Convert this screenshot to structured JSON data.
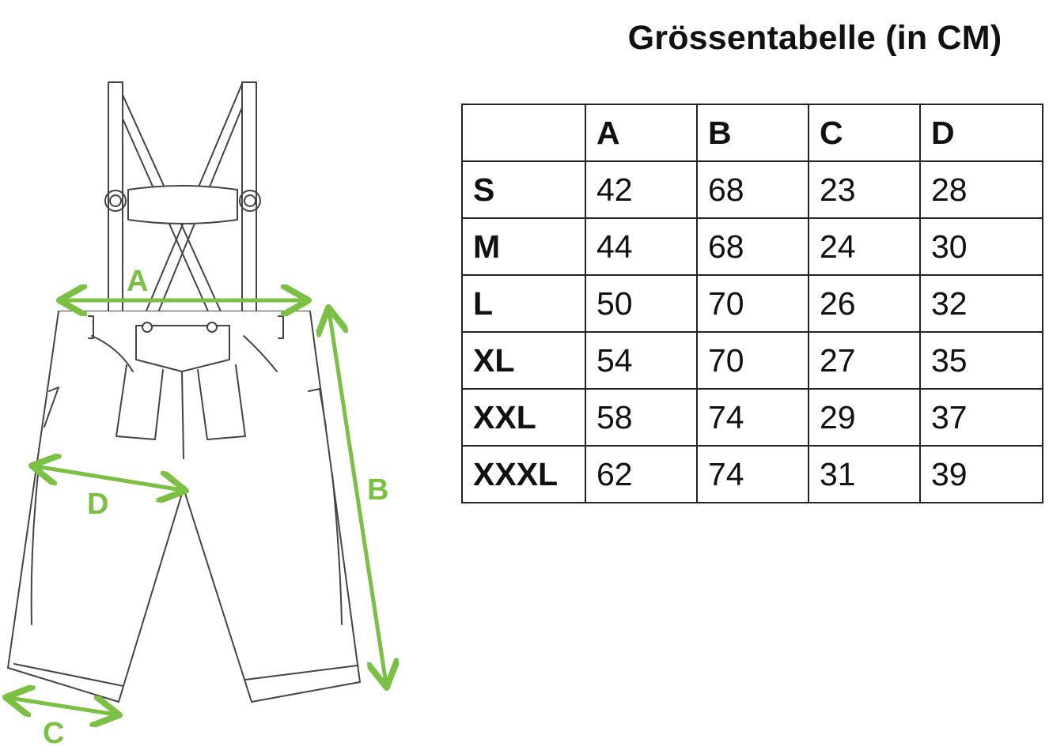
{
  "title": "Grössentabelle (in CM)",
  "colors": {
    "accent": "#7ac143",
    "outline": "#444444",
    "table_border": "#222222",
    "text": "#111111"
  },
  "diagram": {
    "labels": {
      "a": "A",
      "b": "B",
      "c": "C",
      "d": "D"
    }
  },
  "table": {
    "headers": [
      "",
      "A",
      "B",
      "C",
      "D"
    ],
    "rows": [
      {
        "size": "S",
        "values": [
          "42",
          "68",
          "23",
          "28"
        ]
      },
      {
        "size": "M",
        "values": [
          "44",
          "68",
          "24",
          "30"
        ]
      },
      {
        "size": "L",
        "values": [
          "50",
          "70",
          "26",
          "32"
        ]
      },
      {
        "size": "XL",
        "values": [
          "54",
          "70",
          "27",
          "35"
        ]
      },
      {
        "size": "XXL",
        "values": [
          "58",
          "74",
          "29",
          "37"
        ]
      },
      {
        "size": "XXXL",
        "values": [
          "62",
          "74",
          "31",
          "39"
        ]
      }
    ]
  }
}
